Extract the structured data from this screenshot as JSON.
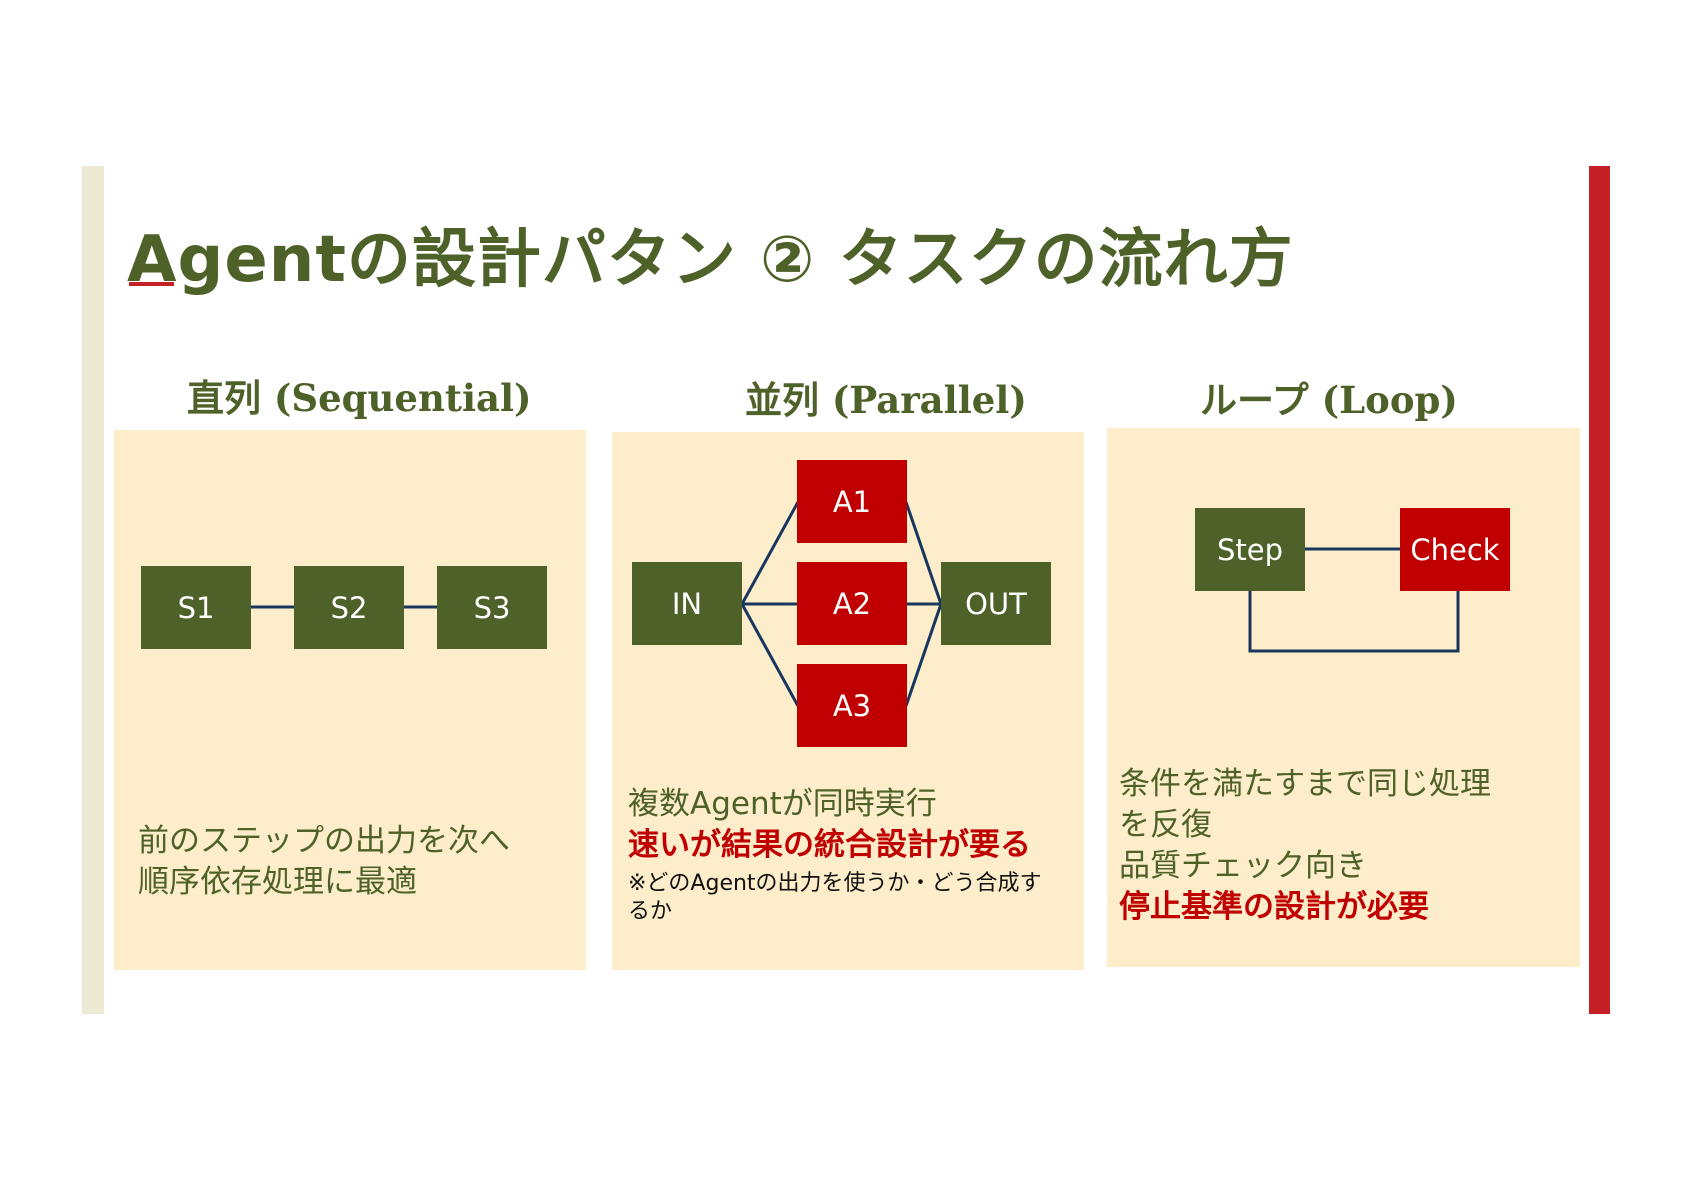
{
  "title": "Agentの設計パタン ② タスクの流れ方",
  "colors": {
    "olive": "#4e6128",
    "red": "#c00000",
    "accent_bar": "#c42127",
    "panel": "#fdedca",
    "connector": "#17375e"
  },
  "sequential": {
    "heading": "直列 (Sequential)",
    "nodes": [
      "S1",
      "S2",
      "S3"
    ],
    "desc_line1": "前のステップの出力を次へ",
    "desc_line2": "順序依存処理に最適"
  },
  "parallel": {
    "heading": "並列 (Parallel)",
    "input": "IN",
    "agents": [
      "A1",
      "A2",
      "A3"
    ],
    "output": "OUT",
    "desc_line1": "複数Agentが同時実行",
    "desc_line2": "速いが結果の統合設計が要る",
    "note_line1": "※どのAgentの出力を使うか・どう合成す",
    "note_line2": "るか"
  },
  "loop": {
    "heading": "ループ (Loop)",
    "step": "Step",
    "check": "Check",
    "desc_line1": "条件を満たすまで同じ処理",
    "desc_line2": "を反復",
    "desc_line3": "品質チェック向き",
    "desc_line4": "停止基準の設計が必要"
  }
}
